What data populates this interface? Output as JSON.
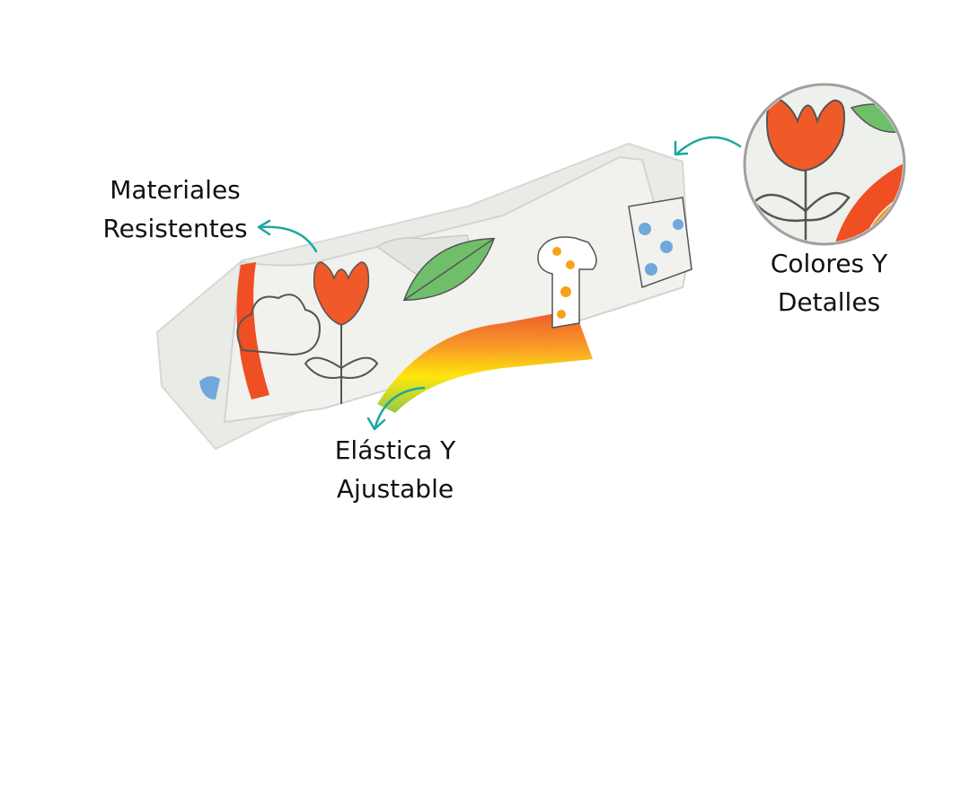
{
  "callouts": {
    "materiales": {
      "line1": "Materiales",
      "line2": "Resistentes"
    },
    "colores": {
      "line1": "Colores Y",
      "line2": "Detalles"
    },
    "elastica": {
      "line1": "Elástica Y",
      "line2": "Ajustable"
    }
  },
  "colors": {
    "arrow": "#1aa8a0",
    "fabric": "#eef0ec",
    "fabric_shadow": "#d6d9d4",
    "tulip": "#f05a28",
    "leaf": "#6fbf6a",
    "rainbow_red": "#f04e23",
    "rainbow_orange": "#f7941d",
    "rainbow_yellow": "#ffe600",
    "rainbow_green": "#8dc63f",
    "dots": "#6fa8dc",
    "giraffe": "#f7a21b",
    "outline": "#555555",
    "zoom_ring": "#a0a0a0"
  },
  "icons": [
    "arrow-icon",
    "tulip-icon",
    "leaf-icon",
    "rainbow-icon",
    "giraffe-icon",
    "zoom-detail-icon"
  ]
}
